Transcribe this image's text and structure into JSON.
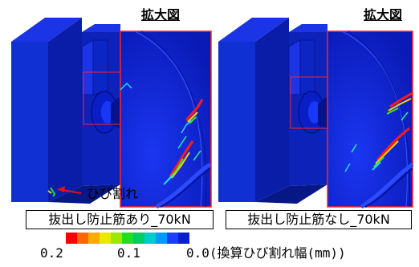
{
  "header": {
    "left_zoom": "拡大図",
    "right_zoom": "拡大図"
  },
  "annotation": {
    "crack": "ひび割れ"
  },
  "cases": {
    "left": "抜出し防止筋あり_70kN",
    "right": "抜出し防止筋なし_70kN"
  },
  "colorbar": {
    "colors": [
      "#ff0000",
      "#ff6600",
      "#ffaa00",
      "#e8e800",
      "#9be800",
      "#22dd22",
      "#00cc66",
      "#00cccc",
      "#0099ff",
      "#1a3dff",
      "#0a1ecf"
    ],
    "tick_max": "0.2",
    "tick_mid": "0.1",
    "tick_min": "0.0(換算ひび割れ幅(mm))"
  }
}
